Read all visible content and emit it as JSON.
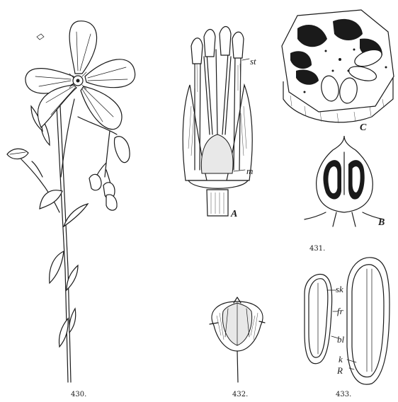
{
  "figures": {
    "fig430": {
      "number": "430."
    },
    "fig431": {
      "number": "431.",
      "labels": {
        "st": "st",
        "m": "m",
        "A": "A",
        "C": "C",
        "B": "B"
      }
    },
    "fig432": {
      "number": "432."
    },
    "fig433": {
      "number": "433.",
      "labels": {
        "sk": "sk",
        "fr": "fr",
        "bl": "bl",
        "k": "k",
        "R": "R"
      }
    }
  }
}
